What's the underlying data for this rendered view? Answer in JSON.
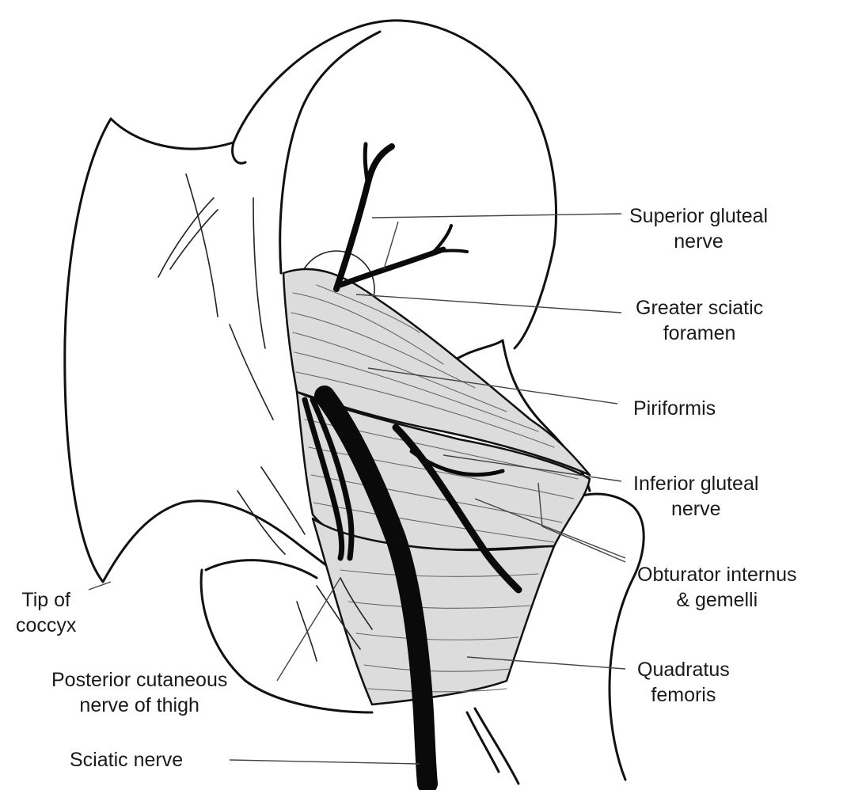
{
  "labels": {
    "superior_gluteal_nerve": [
      "Superior gluteal",
      "nerve"
    ],
    "greater_sciatic_foramen": [
      "Greater sciatic",
      "foramen"
    ],
    "piriformis": [
      "Piriformis"
    ],
    "inferior_gluteal_nerve": [
      "Inferior gluteal",
      "nerve"
    ],
    "obturator_internus_gemelli": [
      "Obturator internus",
      "& gemelli"
    ],
    "quadratus_femoris": [
      "Quadratus",
      "femoris"
    ],
    "tip_of_coccyx": [
      "Tip of",
      "coccyx"
    ],
    "posterior_cutaneous_nerve": [
      "Posterior cutaneous",
      "nerve of thigh"
    ],
    "sciatic_nerve": [
      "Sciatic nerve"
    ]
  },
  "colors": {
    "line": "#111111",
    "muscle_fill": "#dcdcdc",
    "nerve": "#0a0a0a",
    "leader": "#444444"
  }
}
